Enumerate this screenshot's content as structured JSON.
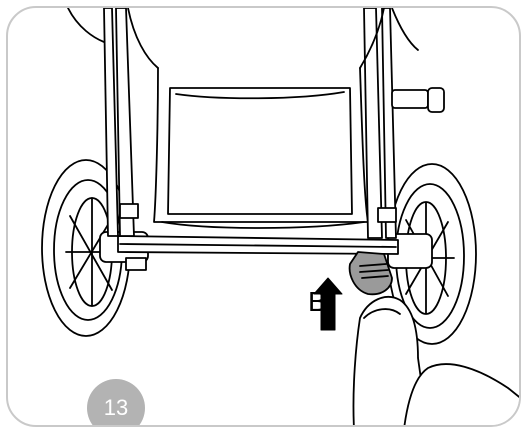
{
  "step": {
    "number": "13"
  },
  "callout": {
    "label": "B",
    "direction": "up"
  },
  "colors": {
    "border": "#c9c9c9",
    "badge": "#b3b3b3",
    "line": "#000000",
    "pedal": "#9a9a9a"
  },
  "icons": {
    "arrow": "arrow-up-icon"
  }
}
